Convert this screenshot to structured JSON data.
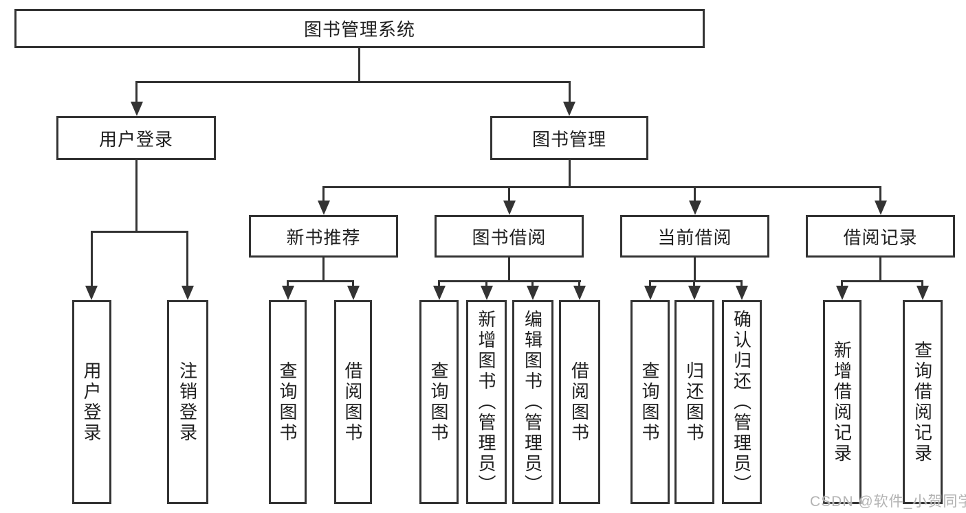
{
  "colors": {
    "line": "#333333",
    "box_border": "#333333",
    "box_background": "#ffffff",
    "text": "#1f1f1f",
    "watermark": "#b3b3b3"
  },
  "tree": {
    "label": "图书管理系统",
    "children": [
      {
        "label": "用户登录",
        "children": [
          {
            "label": "用户登录"
          },
          {
            "label": "注销登录"
          }
        ]
      },
      {
        "label": "图书管理",
        "children": [
          {
            "label": "新书推荐",
            "children": [
              {
                "label": "查询图书"
              },
              {
                "label": "借阅图书"
              }
            ]
          },
          {
            "label": "图书借阅",
            "children": [
              {
                "label": "查询图书"
              },
              {
                "label": "新增图书（管理员）"
              },
              {
                "label": "编辑图书（管理员）"
              },
              {
                "label": "借阅图书"
              }
            ]
          },
          {
            "label": "当前借阅",
            "children": [
              {
                "label": "查询图书"
              },
              {
                "label": "归还图书"
              },
              {
                "label": "确认归还（管理员）"
              }
            ]
          },
          {
            "label": "借阅记录",
            "children": [
              {
                "label": "新增借阅记录"
              },
              {
                "label": "查询借阅记录"
              }
            ]
          }
        ]
      }
    ]
  },
  "watermark": {
    "text": "CSDN @软件_小贺同学"
  }
}
